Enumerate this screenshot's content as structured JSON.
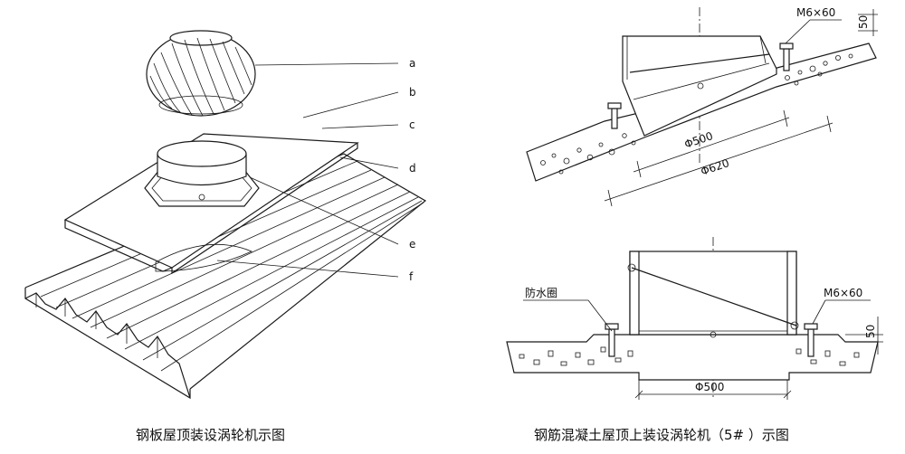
{
  "left_figure": {
    "caption": "钢板屋顶装设涡轮机示图",
    "callouts": [
      "a",
      "b",
      "c",
      "d",
      "e",
      "f"
    ]
  },
  "right_figure": {
    "caption": "钢筋混凝土屋顶上装设涡轮机（5#  ）示图",
    "top_bolt_label": "M6×60",
    "top_dim_50": "50",
    "top_dim_phi500": "Φ500",
    "top_dim_phi620": "Φ620",
    "bottom_seal_label": "防水圈",
    "bottom_bolt_label": "M6×60",
    "bottom_dim_50": "50",
    "bottom_dim_phi500": "Φ500"
  }
}
